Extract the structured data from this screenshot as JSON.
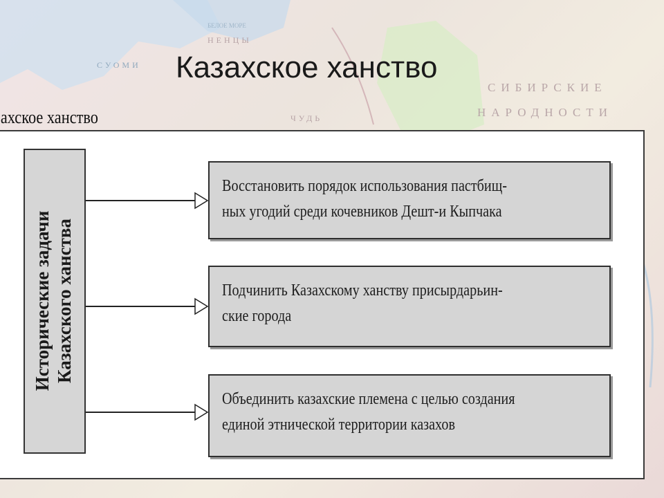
{
  "slide": {
    "title": "Казахское ханство"
  },
  "scan": {
    "caption": "захское ханство"
  },
  "background_map": {
    "labels": [
      "СИБИРСКИЕ",
      "НАРОДНОСТИ",
      "НЕНЦЫ",
      "БЕЛОЕ МОРЕ",
      "СУОМИ",
      "ЧУДЬ"
    ]
  },
  "diagram": {
    "side_label_line1": "Исторические задачи",
    "side_label_line2": "Казахского ханства",
    "tasks": [
      {
        "text": "Восстановить порядок использования пастбищ-\nных угодий среди кочевников Дешт-и Кыпчака"
      },
      {
        "text": "Подчинить Казахскому ханству присырдарьин-\nские города"
      },
      {
        "text": "Объединить казахские племена с целью создания\nединой этнической территории казахов"
      }
    ]
  },
  "colors": {
    "box_fill": "#d5d5d5",
    "border": "#2e2e2e",
    "map_bg": "#efe4e2"
  }
}
